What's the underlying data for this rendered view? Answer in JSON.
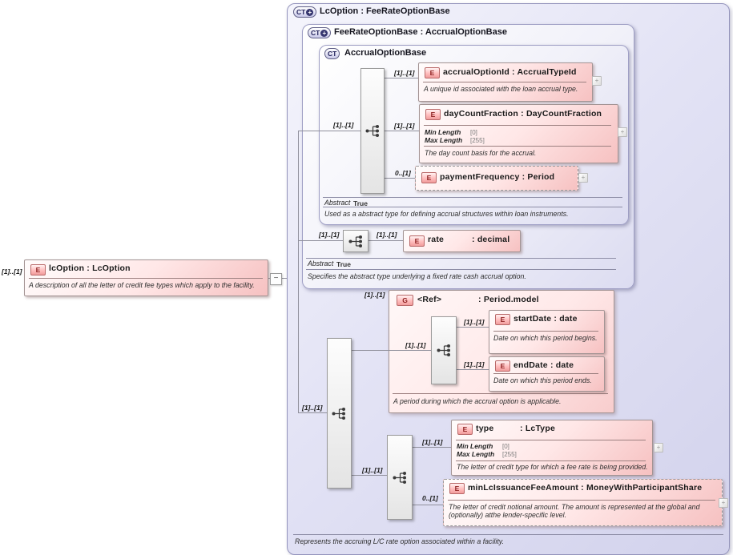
{
  "palette": {
    "container_fill": "#dcdcf2",
    "nested_fill": "#f1f1f9",
    "element_fill": "#ffdede",
    "element_border": "#a39494",
    "badge_red_text": "#8c1f1f",
    "badge_blue_text": "#21215a",
    "connector_line": "#90909c"
  },
  "badges": {
    "element": "E",
    "group": "G",
    "complex_type": "CT",
    "expand": "+",
    "collapse": "−"
  },
  "lc_option_element": {
    "cardinality": "[1]..[1]",
    "title": "lcOption : LcOption",
    "description": "A description of all the letter of credit fee types which apply to the facility."
  },
  "outer_type": {
    "title": "LcOption : FeeRateOptionBase",
    "annotation": "Represents the accruing L/C rate option associated within a facility."
  },
  "fee_rate_option_base": {
    "title": "FeeRateOptionBase : AccrualOptionBase",
    "abstract_label": "Abstract",
    "abstract_value": "True",
    "annotation": "Specifies the abstract type underlying a fixed rate cash accrual option.",
    "rate": {
      "sequence_cardinality": "[1]..[1]",
      "cardinality": "[1]..[1]",
      "name": "rate",
      "type": ": decimal"
    }
  },
  "accrual_option_base": {
    "title": "AccrualOptionBase",
    "sequence_cardinality": "[1]..[1]",
    "abstract_label": "Abstract",
    "abstract_value": "True",
    "annotation": "Used as a abstract type for defining accrual structures within loan instruments.",
    "accrual_option_id": {
      "cardinality": "[1]..[1]",
      "title": "accrualOptionId : AccrualTypeId",
      "description": "A unique id associated with the loan accrual type."
    },
    "day_count_fraction": {
      "cardinality": "[1]..[1]",
      "title": "dayCountFraction : DayCountFraction",
      "facets": [
        {
          "label": "Min Length",
          "value": "[0]"
        },
        {
          "label": "Max Length",
          "value": "[255]"
        }
      ],
      "description": "The day count basis for the accrual."
    },
    "payment_frequency": {
      "cardinality": "0..[1]",
      "title": "paymentFrequency : Period"
    }
  },
  "lc_option_content": {
    "sequence_cardinality": "[1]..[1]",
    "inner_sequence_cardinality": "[1]..[1]",
    "period_group": {
      "cardinality": "[1]..[1]",
      "name": "<Ref>",
      "type": ": Period.model",
      "sequence_cardinality": "[1]..[1]",
      "annotation": "A period during which the accrual option is applicable.",
      "start_date": {
        "cardinality": "[1]..[1]",
        "title": "startDate : date",
        "description": "Date on which this period begins."
      },
      "end_date": {
        "cardinality": "[1]..[1]",
        "title": "endDate : date",
        "description": "Date on which this period ends."
      }
    },
    "type_element": {
      "cardinality": "[1]..[1]",
      "name": "type",
      "type": ": LcType",
      "facets": [
        {
          "label": "Min Length",
          "value": "[0]"
        },
        {
          "label": "Max Length",
          "value": "[255]"
        }
      ],
      "description": "The letter of credit type for which a fee rate is being provided."
    },
    "min_lc_issuance_fee_amount": {
      "cardinality": "0..[1]",
      "title": "minLcIssuanceFeeAmount : MoneyWithParticipantShare",
      "description_line1": "The letter of credit notional amount. The amount is represented at the global and",
      "description_line2": "(optionally) atthe lender-specific level."
    }
  }
}
